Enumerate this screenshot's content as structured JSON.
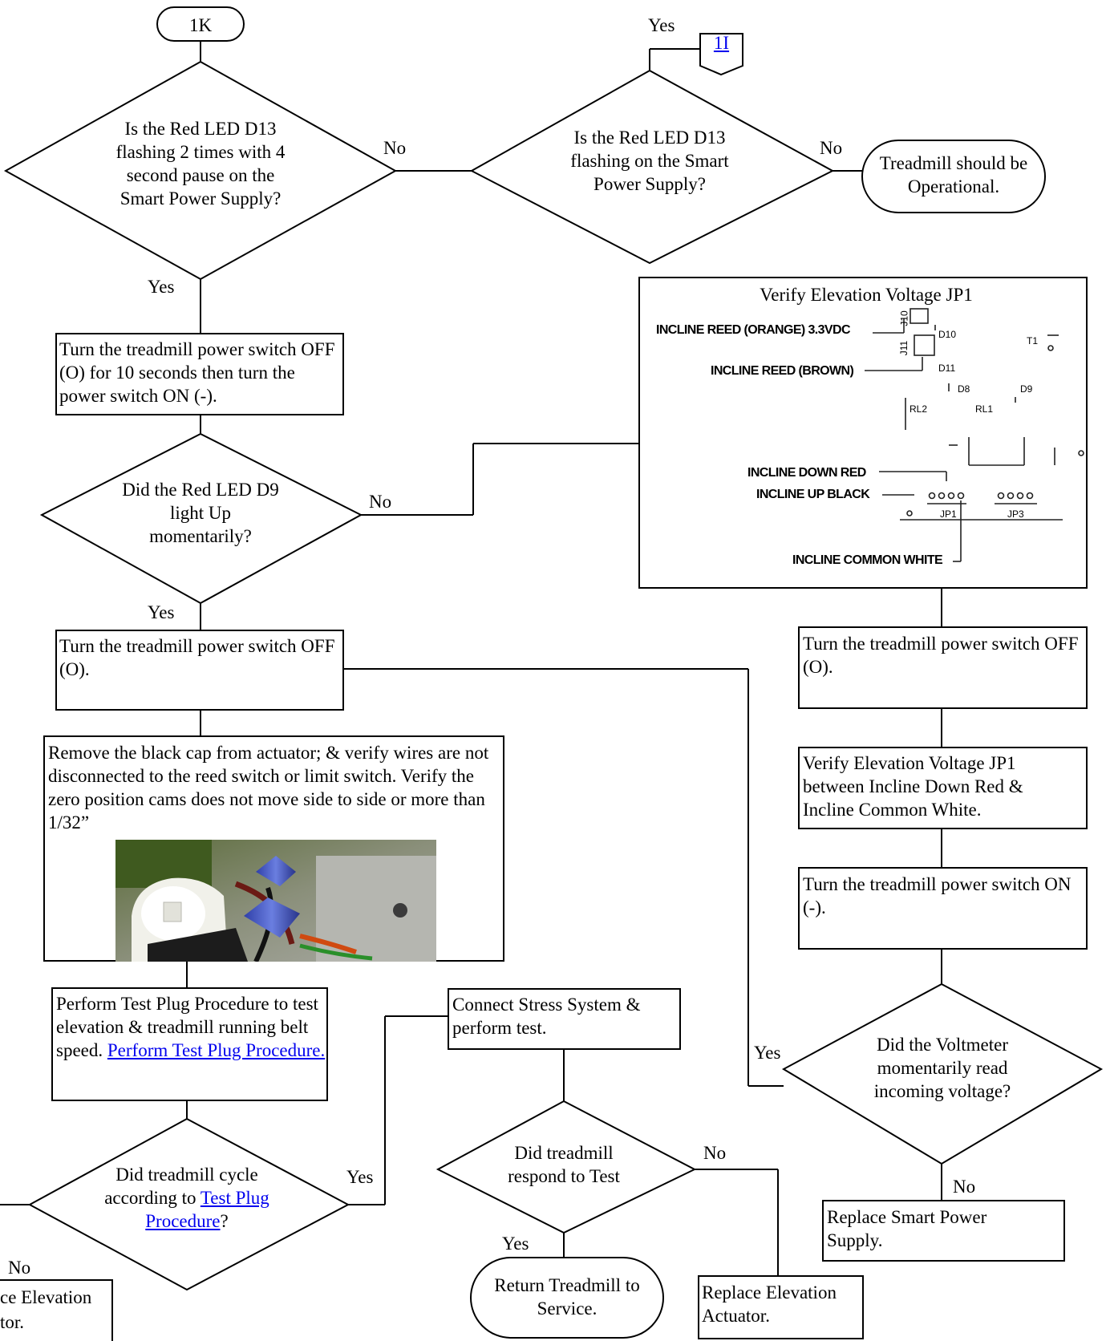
{
  "start": "1K",
  "yes_link": {
    "answer": "Yes",
    "label": "1I"
  },
  "q_d13_pattern": "Is the Red LED D13 flashing 2 times with 4 second pause on the Smart Power Supply?",
  "q_d13_flash": "Is the Red LED D13 flashing on the Smart Power Supply?",
  "end_operational": "Treadmill should be Operational.",
  "step_power_cycle": "Turn the treadmill power switch OFF (O) for 10 seconds then turn the power switch ON (-).",
  "q_d9": "Did the Red LED D9 light Up momentarily?",
  "step_off_left": "Turn the treadmill power switch OFF (O).",
  "step_cap": "Remove the black cap from actuator; & verify wires are not disconnected to the reed switch or limit switch. Verify the zero position cams does not move side to side or more than 1/32”",
  "step_test_plug": {
    "text": "Perform Test Plug Procedure to test elevation & treadmill running belt speed.",
    "link": "Perform Test Plug Procedure."
  },
  "q_cycle": {
    "before": "Did treadmill cycle according to",
    "link": "Test Plug Procedure",
    "after": "?"
  },
  "step_stress": "Connect Stress System & perform test.",
  "q_respond": "Did treadmill respond to Test",
  "end_return": "Return Treadmill to Service.",
  "replace_actuator_mid": "Replace Elevation Actuator.",
  "replace_actuator_left": [
    "ce Elevation",
    "tor."
  ],
  "verify_panel": {
    "title": "Verify Elevation Voltage JP1",
    "labels": {
      "reed_orange": "INCLINE REED (ORANGE) 3.3VDC",
      "reed_brown": "INCLINE REED (BROWN)",
      "down_red": "INCLINE DOWN RED",
      "up_black": "INCLINE UP BLACK",
      "common_white": "INCLINE COMMON WHITE"
    },
    "components": [
      "J10",
      "D10",
      "J11",
      "D11",
      "D8",
      "D9",
      "T1",
      "RL2",
      "RL1",
      "JP1",
      "JP3"
    ]
  },
  "step_off_right": "Turn the treadmill power switch OFF (O).",
  "step_verify_jp1": "Verify Elevation Voltage JP1 between Incline Down Red & Incline Common White.",
  "step_on_right": "Turn the treadmill power switch ON (-).",
  "q_voltmeter": "Did the Voltmeter momentarily read incoming voltage?",
  "replace_psu": "Replace Smart Power Supply.",
  "answers": {
    "yes": "Yes",
    "no": "No"
  }
}
